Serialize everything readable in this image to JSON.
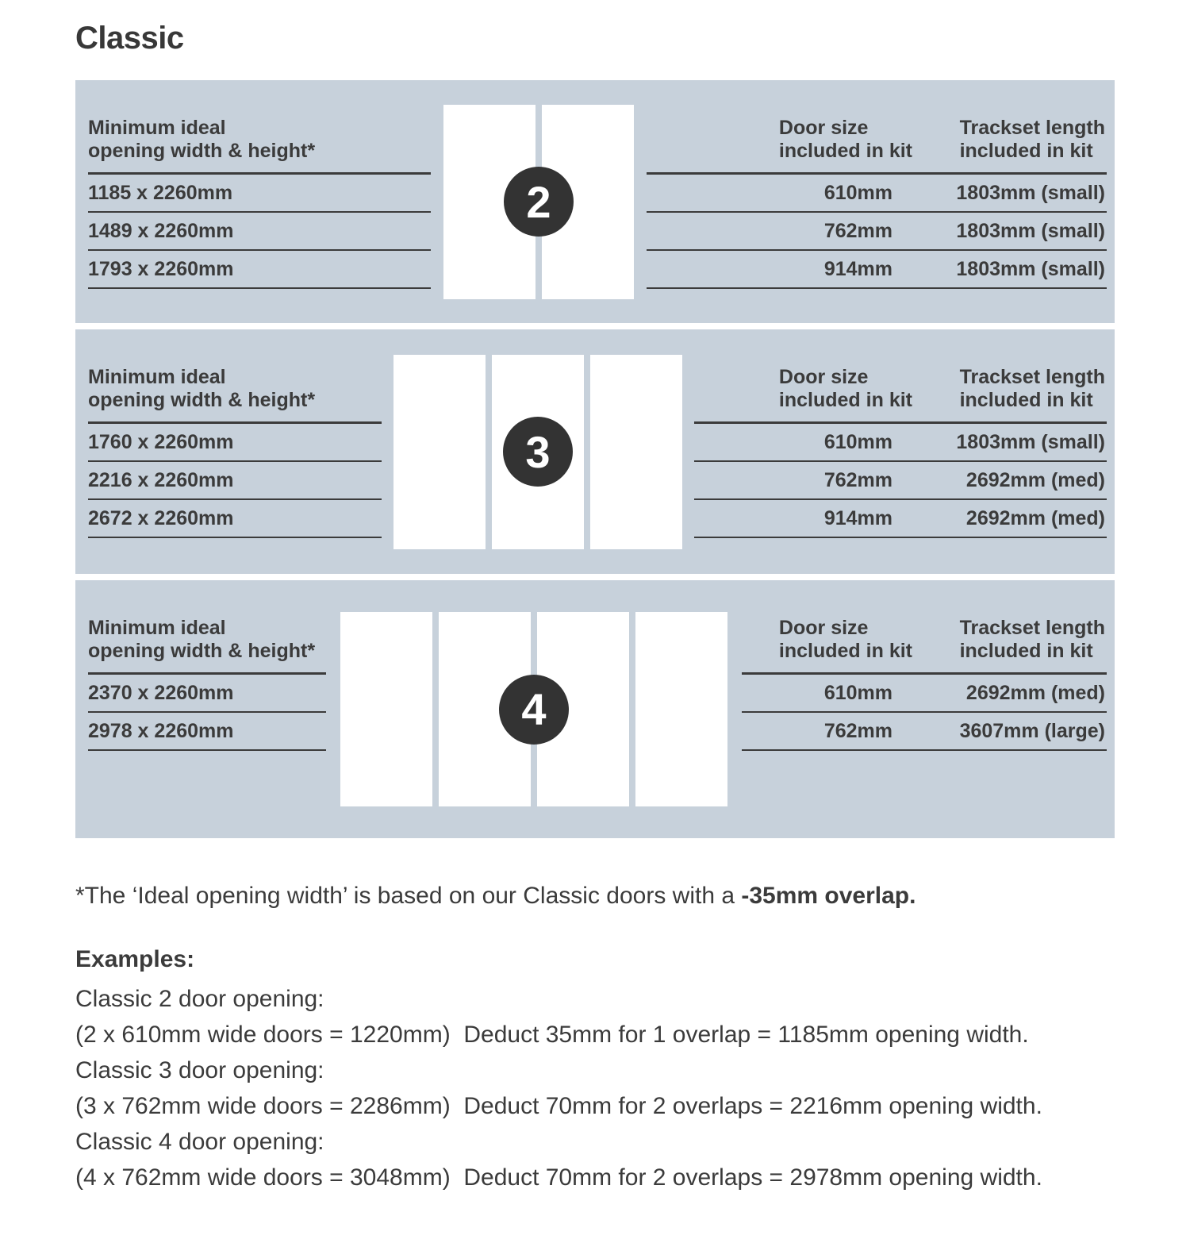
{
  "title": "Classic",
  "headers": {
    "left1": "Minimum ideal",
    "left2": "opening width & height*",
    "door1": "Door size",
    "door2": "included in kit",
    "track1": "Trackset length",
    "track2": "included in kit"
  },
  "sections": [
    {
      "badge": "2",
      "rows": [
        {
          "opening": "1185 x 2260mm",
          "door_size": "610mm",
          "trackset": "1803mm (small)"
        },
        {
          "opening": "1489 x 2260mm",
          "door_size": "762mm",
          "trackset": "1803mm (small)"
        },
        {
          "opening": "1793 x 2260mm",
          "door_size": "914mm",
          "trackset": "1803mm (small)"
        }
      ]
    },
    {
      "badge": "3",
      "rows": [
        {
          "opening": "1760 x 2260mm",
          "door_size": "610mm",
          "trackset": "1803mm (small)"
        },
        {
          "opening": "2216 x 2260mm",
          "door_size": "762mm",
          "trackset": "2692mm (med)"
        },
        {
          "opening": "2672 x 2260mm",
          "door_size": "914mm",
          "trackset": "2692mm (med)"
        }
      ]
    },
    {
      "badge": "4",
      "rows": [
        {
          "opening": "2370 x 2260mm",
          "door_size": "610mm",
          "trackset": "2692mm (med)"
        },
        {
          "opening": "2978 x 2260mm",
          "door_size": "762mm",
          "trackset": "3607mm (large)"
        }
      ]
    }
  ],
  "footnote": {
    "pre": "*The ‘Ideal opening width’ is based on our Classic doors with a ",
    "bold": "-35mm overlap."
  },
  "examples": {
    "heading": "Examples:",
    "lines": [
      "Classic 2 door opening:",
      "(2 x 610mm wide doors = 1220mm)  Deduct 35mm for 1 overlap = 1185mm opening width.",
      "Classic 3 door opening:",
      "(3 x 762mm wide doors = 2286mm)  Deduct 70mm for 2 overlaps = 2216mm opening width.",
      "Classic 4 door opening:",
      "(4 x 762mm wide doors = 3048mm)  Deduct 70mm for 2 overlaps = 2978mm opening width."
    ]
  },
  "colors": {
    "panel_bg": "#c7d1db",
    "text": "#3b3b3b",
    "badge_bg": "#333333",
    "door_fill": "#ffffff"
  }
}
